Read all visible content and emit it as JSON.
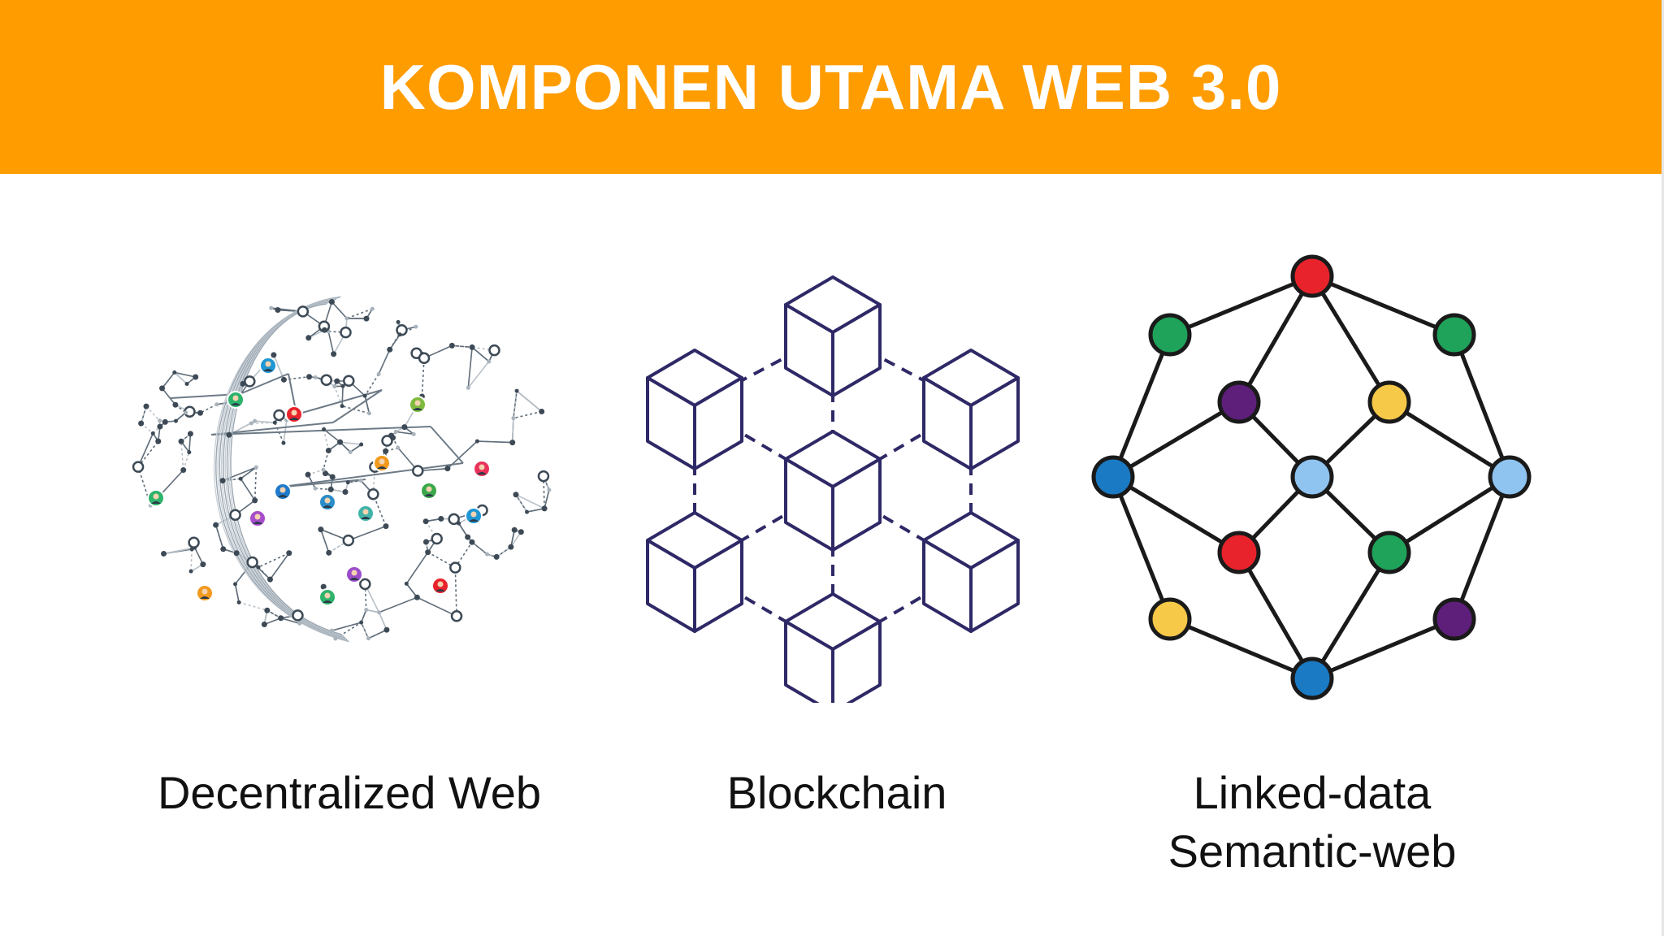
{
  "slide": {
    "title": "KOMPONEN UTAMA WEB 3.0",
    "colors": {
      "banner": "#ff9c00",
      "title_text": "#ffffff",
      "cube_stroke": "#2e2966",
      "graph_edge": "#1a1a1a"
    }
  },
  "components": [
    {
      "icon": "decentralized-network-icon",
      "label": "Decentralized Web"
    },
    {
      "icon": "blockchain-cubes-icon",
      "label": "Blockchain"
    },
    {
      "icon": "linked-graph-icon",
      "label_line1": "Linked-data",
      "label_line2": "Semantic-web"
    }
  ]
}
